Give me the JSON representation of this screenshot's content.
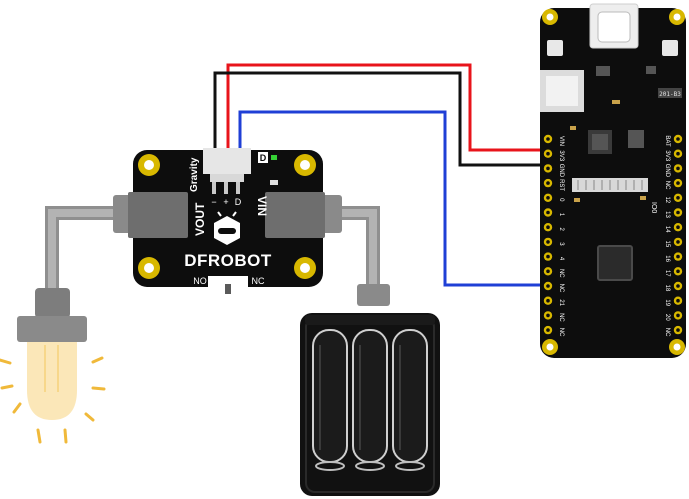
{
  "relay_module": {
    "brand": "DFROBOT",
    "vout_label": "VOUT",
    "vin_label": "VIN",
    "no_label": "NO",
    "nc_label": "NC",
    "gravity_label": "Gravity",
    "pin_labels": [
      "−",
      "+",
      "D"
    ],
    "d_label": "D"
  },
  "mcu_board": {
    "left_pins": [
      "VIN",
      "3V3",
      "GND",
      "RST",
      "0",
      "1",
      "2",
      "3",
      "4",
      "NC",
      "NC",
      "21",
      "NC",
      "NC"
    ],
    "right_pins": [
      "BAT",
      "3V3",
      "GND",
      "NC",
      "12",
      "13",
      "14",
      "15",
      "16",
      "17",
      "18",
      "19",
      "20",
      "NC"
    ],
    "chip_text": "201-B3",
    "io_label": "IO0"
  },
  "wires": {
    "red": "#e8141b",
    "black": "#111111",
    "blue": "#1f3fd6"
  },
  "colors": {
    "board": "#0d0d0d",
    "gold": "#d8b800",
    "gray_cable": "#9a9a9a",
    "lamp_glow": "#f4c55a",
    "battery_case": "#111111"
  }
}
